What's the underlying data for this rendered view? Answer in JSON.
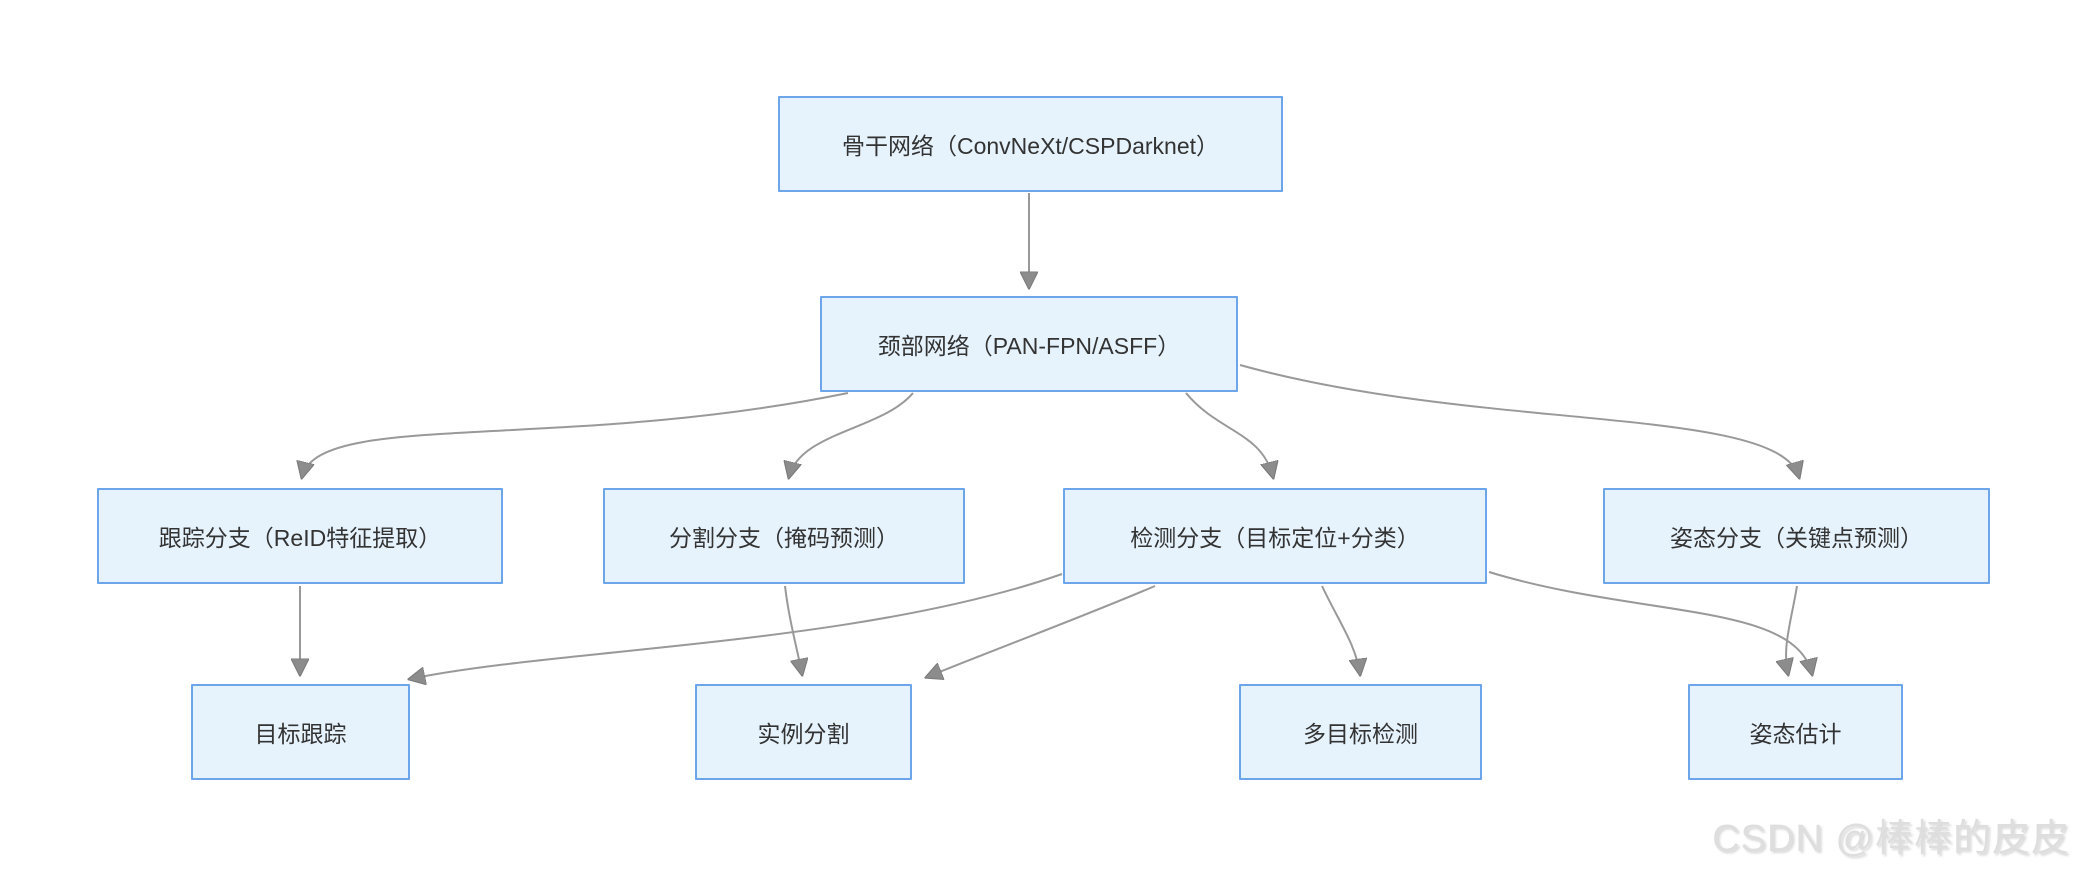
{
  "diagram": {
    "type": "flowchart",
    "direction": "top-down",
    "nodes": {
      "backbone": {
        "label": "骨干网络（ConvNeXt/CSPDarknet）"
      },
      "neck": {
        "label": "颈部网络（PAN-FPN/ASFF）"
      },
      "track_branch": {
        "label": "跟踪分支（ReID特征提取）"
      },
      "seg_branch": {
        "label": "分割分支（掩码预测）"
      },
      "det_branch": {
        "label": "检测分支（目标定位+分类）"
      },
      "pose_branch": {
        "label": "姿态分支（关键点预测）"
      },
      "track_out": {
        "label": "目标跟踪"
      },
      "seg_out": {
        "label": "实例分割"
      },
      "det_out": {
        "label": "多目标检测"
      },
      "pose_out": {
        "label": "姿态估计"
      }
    },
    "edges": [
      {
        "from": "backbone",
        "to": "neck"
      },
      {
        "from": "neck",
        "to": "track_branch"
      },
      {
        "from": "neck",
        "to": "seg_branch"
      },
      {
        "from": "neck",
        "to": "det_branch"
      },
      {
        "from": "neck",
        "to": "pose_branch"
      },
      {
        "from": "track_branch",
        "to": "track_out"
      },
      {
        "from": "seg_branch",
        "to": "seg_out"
      },
      {
        "from": "det_branch",
        "to": "track_out"
      },
      {
        "from": "det_branch",
        "to": "seg_out"
      },
      {
        "from": "det_branch",
        "to": "det_out"
      },
      {
        "from": "det_branch",
        "to": "pose_out"
      },
      {
        "from": "pose_branch",
        "to": "pose_out"
      }
    ],
    "colors": {
      "node_fill": "#e6f3fd",
      "node_border": "#6ca5ea",
      "edge": "#999999",
      "arrowhead": "#8c8c8c",
      "text": "#333333",
      "background": "#ffffff"
    }
  },
  "watermark": {
    "text": "CSDN @棒棒的皮皮",
    "color": "#dedede"
  }
}
